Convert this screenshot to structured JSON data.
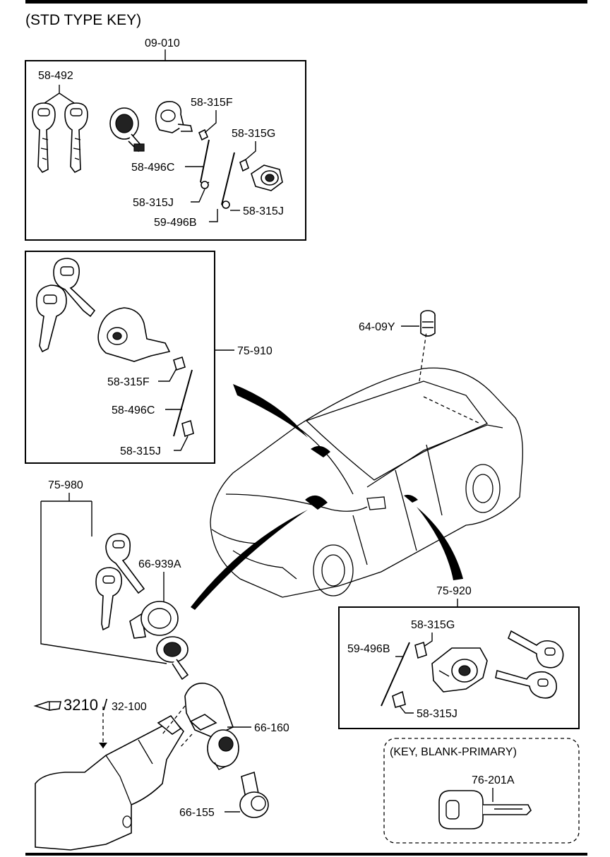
{
  "header": {
    "title": "(STD TYPE KEY)"
  },
  "groups": {
    "g09_010": {
      "code": "09-010",
      "keys": "58-492",
      "f": "58-315F",
      "g": "58-315G",
      "c": "58-496C",
      "j1": "58-315J",
      "b": "59-496B",
      "j2": "58-315J"
    },
    "g75_910": {
      "code": "75-910",
      "f": "58-315F",
      "c": "58-496C",
      "j": "58-315J"
    },
    "g64": {
      "code": "64-09Y"
    },
    "g75_980": {
      "code": "75-980",
      "a": "66-939A"
    },
    "g75_920": {
      "code": "75-920",
      "g": "58-315G",
      "b": "59-496B",
      "j": "58-315J"
    },
    "g66": {
      "c160": "66-160",
      "c155": "66-155"
    },
    "ref": {
      "num": "3210",
      "sep": "/",
      "sub": "32-100"
    },
    "blank": {
      "title": "(KEY, BLANK-PRIMARY)",
      "code": "76-201A"
    }
  },
  "icons": [
    "pointing-hand-icon"
  ]
}
